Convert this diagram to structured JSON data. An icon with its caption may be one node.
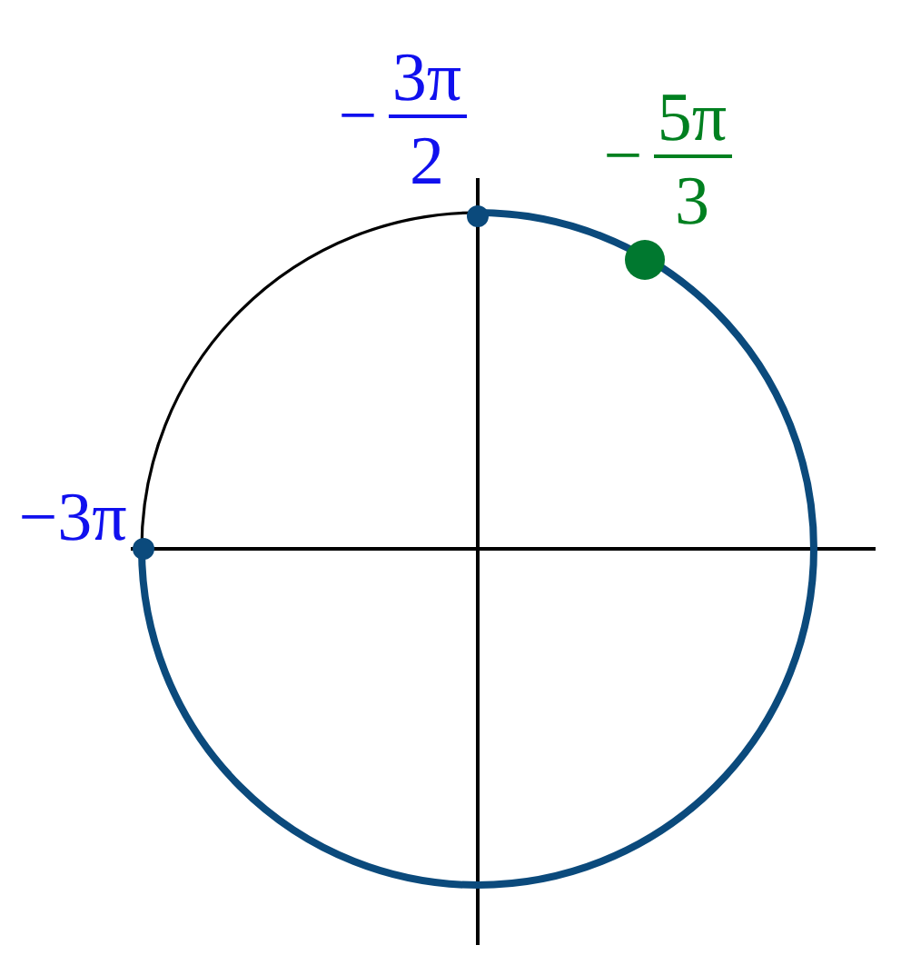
{
  "diagram": {
    "labels": [
      "3π",
      "−",
      "2",
      "5π",
      "−",
      "3",
      "−3π"
    ]
  }
}
